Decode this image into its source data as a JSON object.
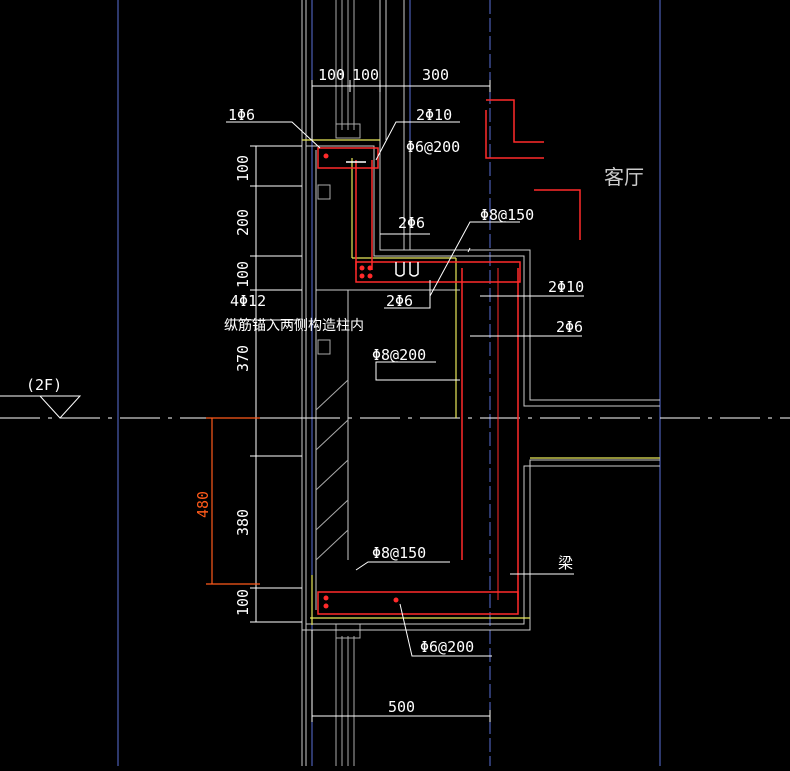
{
  "colors": {
    "background": "#000000",
    "white": "#ffffff",
    "red": "#ff2a2a",
    "yellow": "#e8e85a",
    "blue": "#5a6fd8",
    "grey": "#aaaaaa",
    "orange": "#ff5a1a",
    "cyan": "#88aaff"
  },
  "labels": {
    "dim_100_a": "100",
    "dim_100_b": "100",
    "dim_300": "300",
    "dim_500": "500",
    "v_100_a": "100",
    "v_200": "200",
    "v_100_b": "100",
    "v_370": "370",
    "v_380": "380",
    "v_100_c": "100",
    "v_480": "480",
    "rebar_1phi6": "1Φ6",
    "rebar_2phi10_top": "2Φ10",
    "rebar_phi6_200_top": "Φ6@200",
    "rebar_2phi6_a": "2Φ6",
    "rebar_phi8_150_top": "Φ8@150",
    "rebar_2phi6_b": "2Φ6",
    "rebar_2phi10_right": "2Φ10",
    "rebar_2phi6_right": "2Φ6",
    "rebar_4phi12": "4Φ12",
    "note_anchor": "纵筋锚入两侧构造柱内",
    "rebar_phi8_200": "Φ8@200",
    "rebar_phi8_150_bot": "Φ8@150",
    "rebar_phi6_200_bot": "Φ6@200",
    "room_living": "客厅",
    "floor_tag": "(2F)",
    "beam_label": "梁"
  }
}
